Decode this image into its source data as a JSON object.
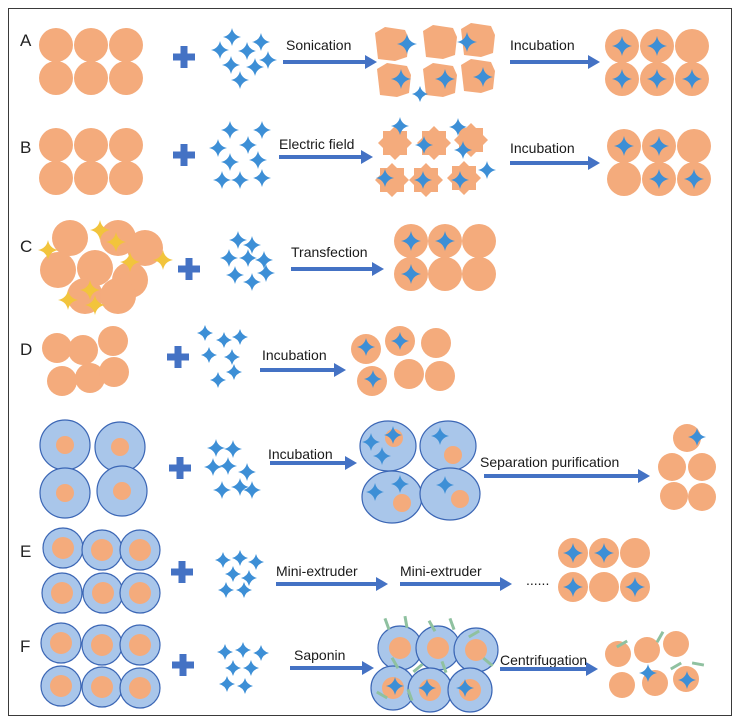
{
  "rows": [
    {
      "label": "A",
      "steps": [
        "Sonication",
        "Incubation"
      ]
    },
    {
      "label": "B",
      "steps": [
        "Electric field",
        "Incubation"
      ]
    },
    {
      "label": "C",
      "steps": [
        "Transfection"
      ]
    },
    {
      "label": "D",
      "steps": [
        "Incubation"
      ]
    },
    {
      "label": "",
      "steps": [
        "Incubation",
        "Separation purification"
      ]
    },
    {
      "label": "E",
      "steps": [
        "Mini-extruder",
        "Mini-extruder"
      ],
      "ellipsis": "......"
    },
    {
      "label": "F",
      "steps": [
        "Saponin",
        "Centrifugation"
      ]
    }
  ],
  "colors": {
    "vesicle": "#f4ab7c",
    "cell": "#a9c6ea",
    "cell_border": "#3b66b5",
    "drug": "#3d8fd6",
    "arrow": "#4472c4",
    "gold_drug": "#f2c43c",
    "saponin": "#8fc1a0"
  }
}
